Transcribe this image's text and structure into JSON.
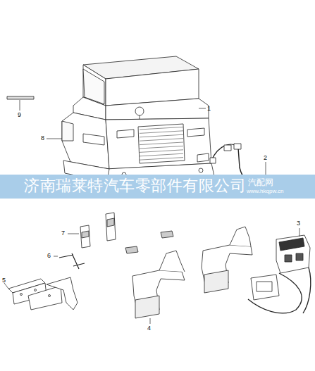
{
  "diagram": {
    "labels": [
      "1",
      "2",
      "3",
      "4",
      "5",
      "6",
      "7",
      "8",
      "9",
      "济南瑞莱特汽车零部件有限公司",
      "汽配网",
      "www.hkqpw.cn"
    ]
  }
}
